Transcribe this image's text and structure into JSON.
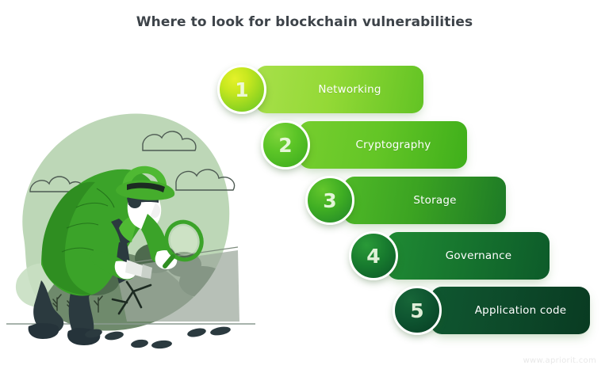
{
  "header": {
    "title": "Where to look for blockchain vulnerabilities"
  },
  "steps": [
    {
      "number": "1",
      "label": "Networking",
      "bar_color": "#93d936",
      "circle_color": "#c8e81f"
    },
    {
      "number": "2",
      "label": "Cryptography",
      "bar_color": "#63c526",
      "circle_color": "#5cc527"
    },
    {
      "number": "3",
      "label": "Storage",
      "bar_color": "#3ba322",
      "circle_color": "#3fae23"
    },
    {
      "number": "4",
      "label": "Governance",
      "bar_color": "#16742e",
      "circle_color": "#177a2e"
    },
    {
      "number": "5",
      "label": "Application code",
      "bar_color": "#0d4a2a",
      "circle_color": "#0e5430"
    }
  ],
  "illustration": {
    "scene_name": "detective-with-magnifying-glass",
    "backdrop_color": "#b8d4b2",
    "coat_color": "#3ba329",
    "coat_shadow_color": "#2e8a22",
    "trousers_color": "#2b3a3f",
    "ground_color": "#6f8a6c",
    "beam_color": "#9aa79a",
    "cloud_outline_color": "#4a5a52",
    "skin_color": "#ffffff"
  },
  "footer": {
    "watermark": "www.apriorit.com"
  },
  "theme": {
    "background": "#ffffff",
    "title_color": "#3d4349",
    "label_color": "#ffffff",
    "watermark_color": "#e8e8e8"
  }
}
